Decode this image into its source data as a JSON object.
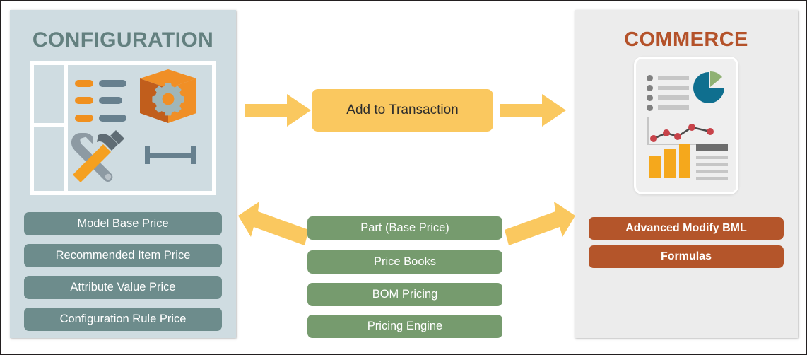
{
  "diagram": {
    "title_left": "CONFIGURATION",
    "title_right": "COMMERCE",
    "center_action": "Add to Transaction",
    "colors": {
      "config_panel_bg": "#cfdce1",
      "commerce_panel_bg": "#ececec",
      "config_title": "#63807f",
      "commerce_title": "#b4522a",
      "teal_pill": "#6d8c8c",
      "green_pill": "#769b6e",
      "rust_pill": "#b4552a",
      "arrow_yellow": "#fac85f",
      "accent_orange": "#f0901f",
      "accent_slate": "#67808e",
      "pie_blue": "#0f6f8f",
      "pie_green": "#8fb173",
      "line_red": "#c8434a",
      "bar_orange": "#f5a81c"
    }
  },
  "configuration": {
    "pills": [
      {
        "label": "Model Base Price"
      },
      {
        "label": "Recommended Item Price"
      },
      {
        "label": "Attribute Value Price"
      },
      {
        "label": "Configuration Rule Price"
      }
    ]
  },
  "pricing": {
    "pills": [
      {
        "label": "Part (Base Price)"
      },
      {
        "label": "Price Books"
      },
      {
        "label": "BOM Pricing"
      },
      {
        "label": "Pricing Engine"
      }
    ]
  },
  "commerce": {
    "pills": [
      {
        "label": "Advanced Modify BML"
      },
      {
        "label": "Formulas"
      }
    ]
  },
  "arrows": {
    "top_left_to_center": "arrow-right",
    "top_center_to_right": "arrow-right",
    "bottom_to_configuration": "arrow-up-left",
    "bottom_to_commerce": "arrow-up-right"
  }
}
